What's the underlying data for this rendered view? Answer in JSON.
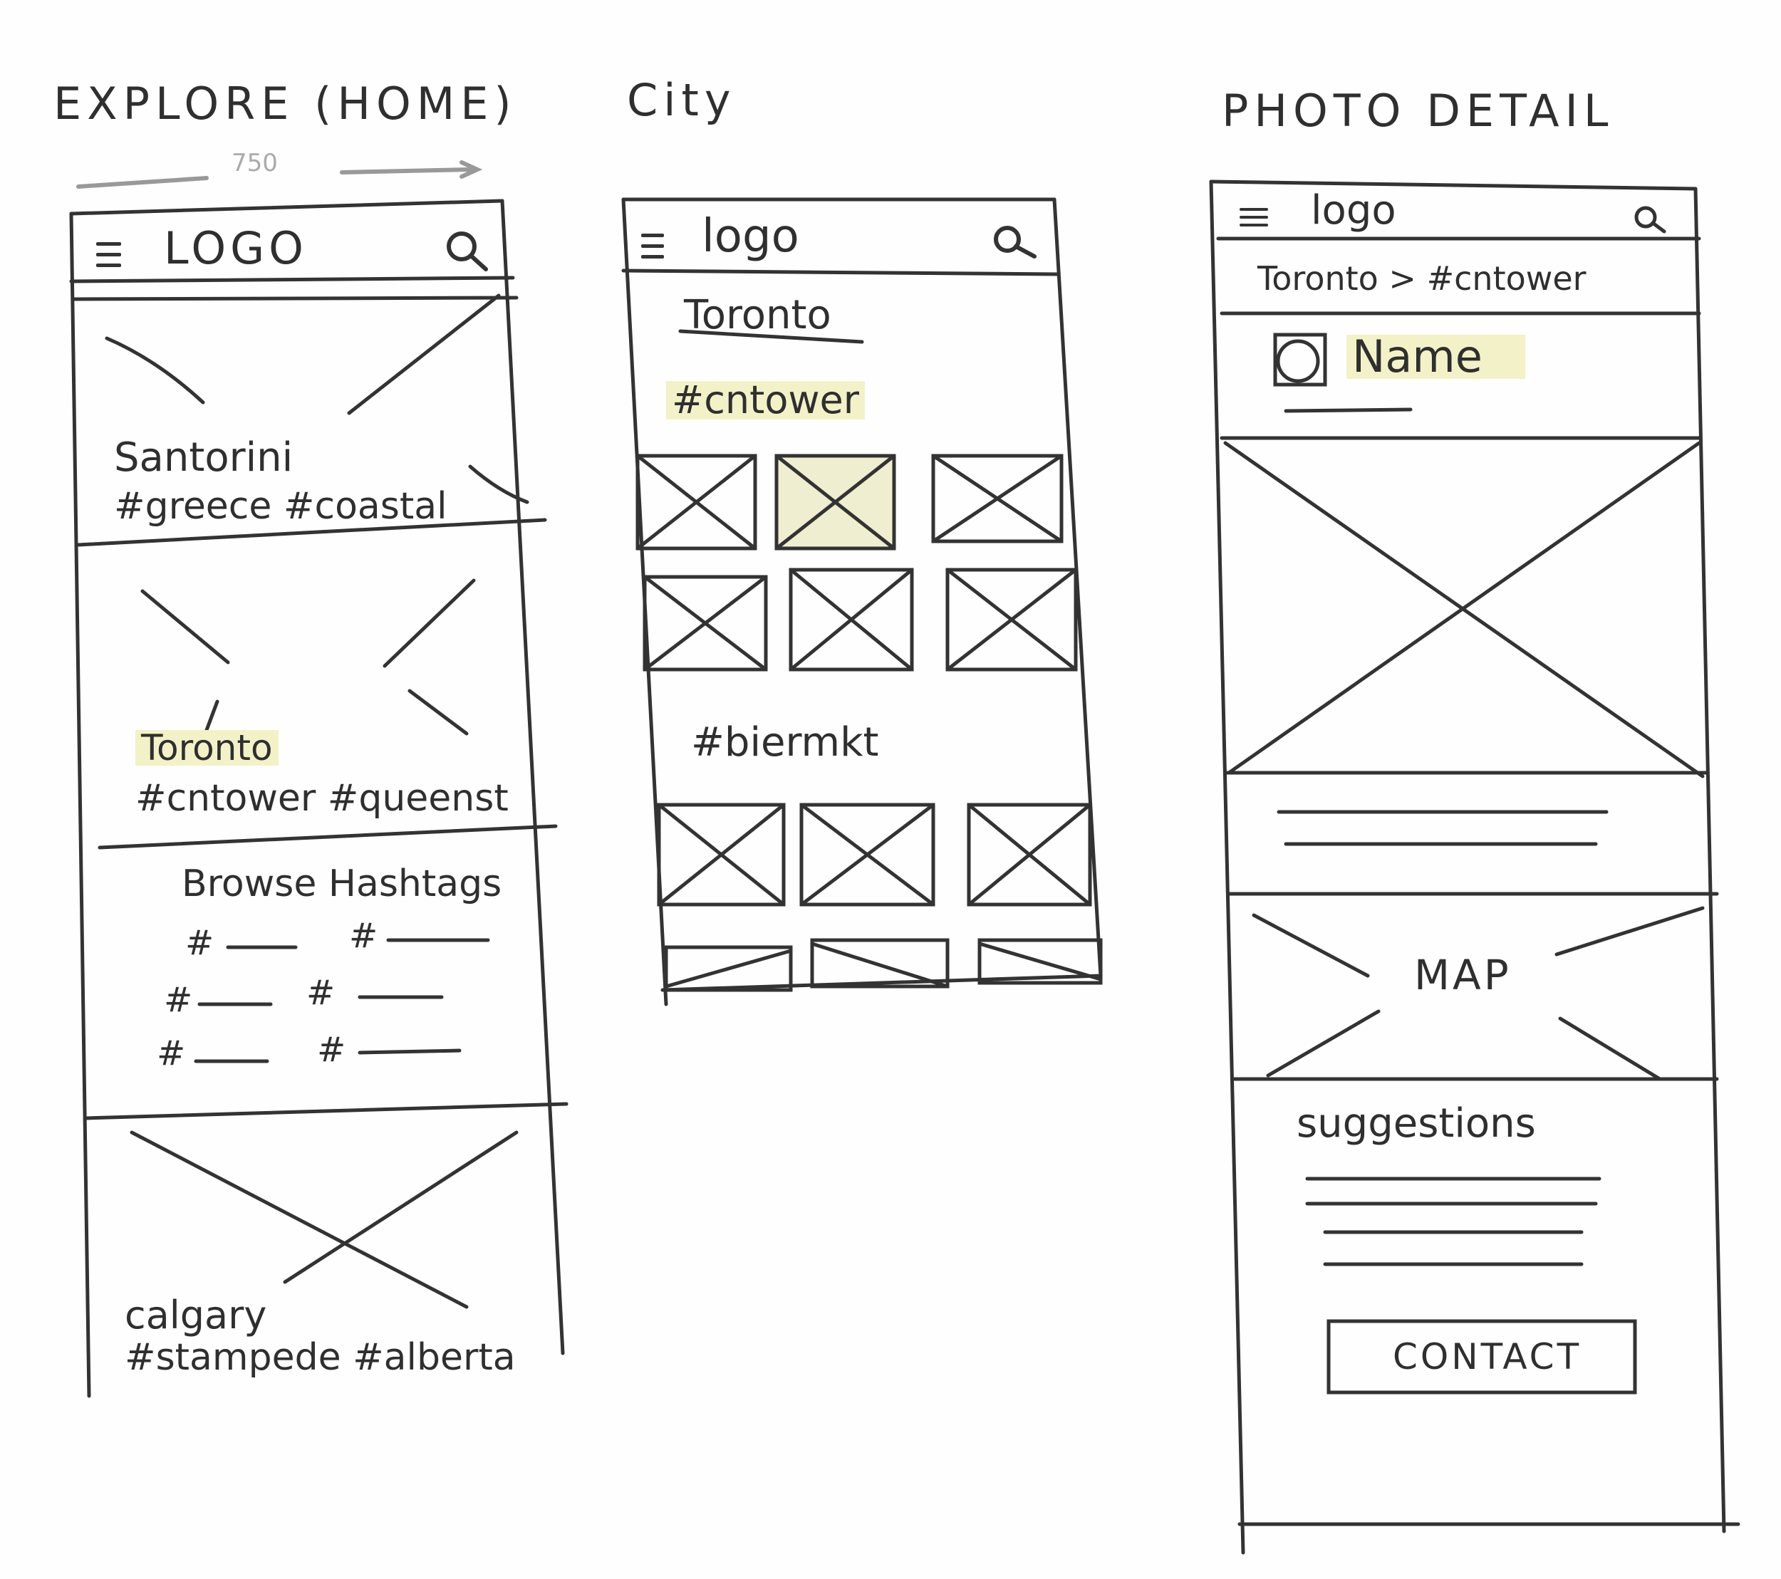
{
  "titles": {
    "explore": "EXPLORE (HOME)",
    "city": "City",
    "photo_detail": "PHOTO DETAIL"
  },
  "width_annotation": "750",
  "explore": {
    "header": {
      "logo": "LOGO",
      "menu_icon": "hamburger-menu-icon",
      "search_icon": "search-icon"
    },
    "cards": [
      {
        "title": "Santorini",
        "tags": "#greece #coastal"
      },
      {
        "title": "Toronto",
        "tags": "#cntower #queenst"
      }
    ],
    "browse": {
      "heading": "Browse Hashtags",
      "items": [
        "#",
        "#",
        "#",
        "#",
        "#",
        "#"
      ]
    },
    "last_card": {
      "title": "calgary",
      "tags": "#stampede #alberta"
    }
  },
  "city": {
    "header": {
      "logo": "logo",
      "menu_icon": "hamburger-menu-icon",
      "search_icon": "search-icon"
    },
    "city_name": "Toronto",
    "sections": [
      {
        "hashtag": "#cntower"
      },
      {
        "hashtag": "#biermkt"
      }
    ]
  },
  "photo_detail": {
    "header": {
      "logo": "logo",
      "menu_icon": "hamburger-menu-icon",
      "search_icon": "search-icon"
    },
    "breadcrumb": "Toronto > #cntower",
    "user_name": "Name",
    "map_label": "MAP",
    "suggestions_heading": "suggestions",
    "contact_button": "CONTACT"
  },
  "colors": {
    "ink": "#2e2e2e",
    "highlight": "#f3f1c8",
    "paper": "#fefefe"
  }
}
